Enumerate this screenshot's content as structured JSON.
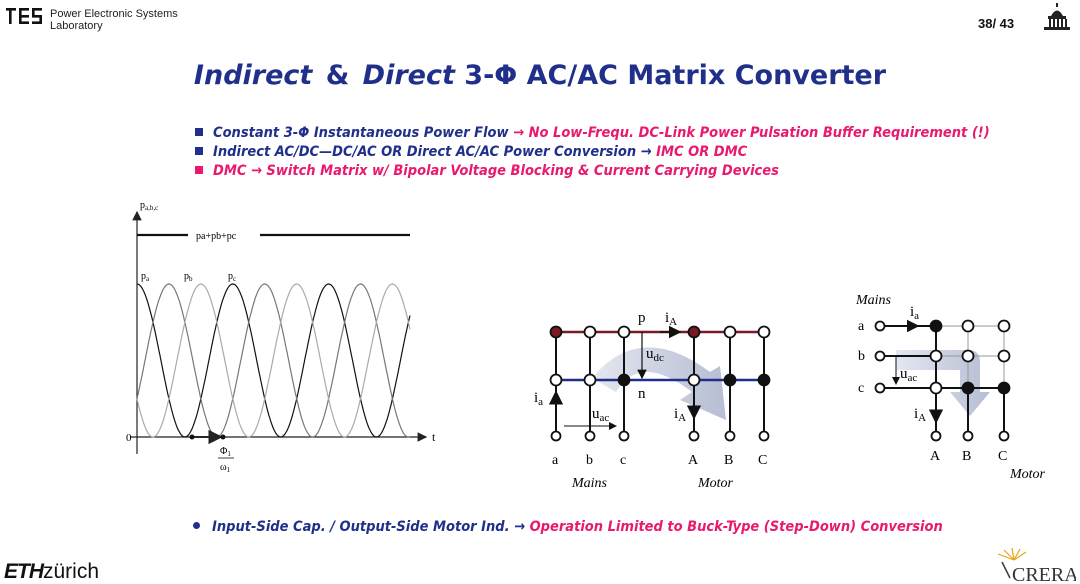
{
  "header": {
    "lab_line1": "Power Electronic Systems",
    "lab_line2": "Laboratory",
    "page_number": "38/ 43"
  },
  "title": {
    "part1": "Indirect",
    "part2": "&",
    "part3": "Direct",
    "part4": "3-Φ AC/AC Matrix Converter"
  },
  "bullets": [
    {
      "blue": "Constant 3-Φ Instantaneous Power Flow",
      "arrow": "→",
      "pink": "No Low-Frequ. DC-Link Power Pulsation Buffer Requirement (!)"
    },
    {
      "blue": "Indirect AC/DC—DC/AC  OR  Direct AC/AC Power Conversion",
      "arrow": "→",
      "pink": "IMC OR DMC"
    },
    {
      "pink_lead": "DMC",
      "arrow": "→",
      "pink": "Switch Matrix w/ Bipolar Voltage Blocking & Current Carrying Devices"
    }
  ],
  "bottom_bullet": {
    "blue": "Input-Side Cap. / Output-Side Motor Ind.",
    "arrow": "→",
    "pink": "Operation Limited to Buck-Type (Step-Down) Conversion"
  },
  "waveform": {
    "y_label": "p",
    "y_label_sub": "a,b,c",
    "sum_label": "pa+pb+pc",
    "p_label": "p",
    "a_sub": "a",
    "b_sub": "b",
    "c_sub": "c",
    "zero_label": "0",
    "t_label": "t",
    "frac_num": "Φ",
    "frac_num_sub": "1",
    "frac_den": "ω",
    "frac_den_sub": "1"
  },
  "imc": {
    "p_label": "p",
    "n_label": "n",
    "iA_label": "i",
    "iA_sub": "A",
    "ia_label": "i",
    "ia_sub": "a",
    "udc_label": "u",
    "udc_sub": "dc",
    "uac_label": "u",
    "uac_sub": "ac",
    "inputs": [
      "a",
      "b",
      "c"
    ],
    "outputs": [
      "A",
      "B",
      "C"
    ],
    "mains_label": "Mains",
    "motor_label": "Motor"
  },
  "dmc": {
    "mains_label": "Mains",
    "motor_label": "Motor",
    "rows": [
      "a",
      "b",
      "c"
    ],
    "outputs": [
      "A",
      "B",
      "C"
    ],
    "ia_label": "i",
    "ia_sub": "a",
    "iA_label": "i",
    "iA_sub": "A",
    "uac_label": "u",
    "uac_sub": "ac"
  },
  "footer": {
    "eth_bold": "ETH",
    "eth_rest": "zürich",
    "crera": "CRERA"
  },
  "colors": {
    "title_blue": "#1f2f8a",
    "accent_pink": "#e8196e",
    "rail_p": "#7a1a24",
    "rail_n": "#1f2f8a"
  }
}
